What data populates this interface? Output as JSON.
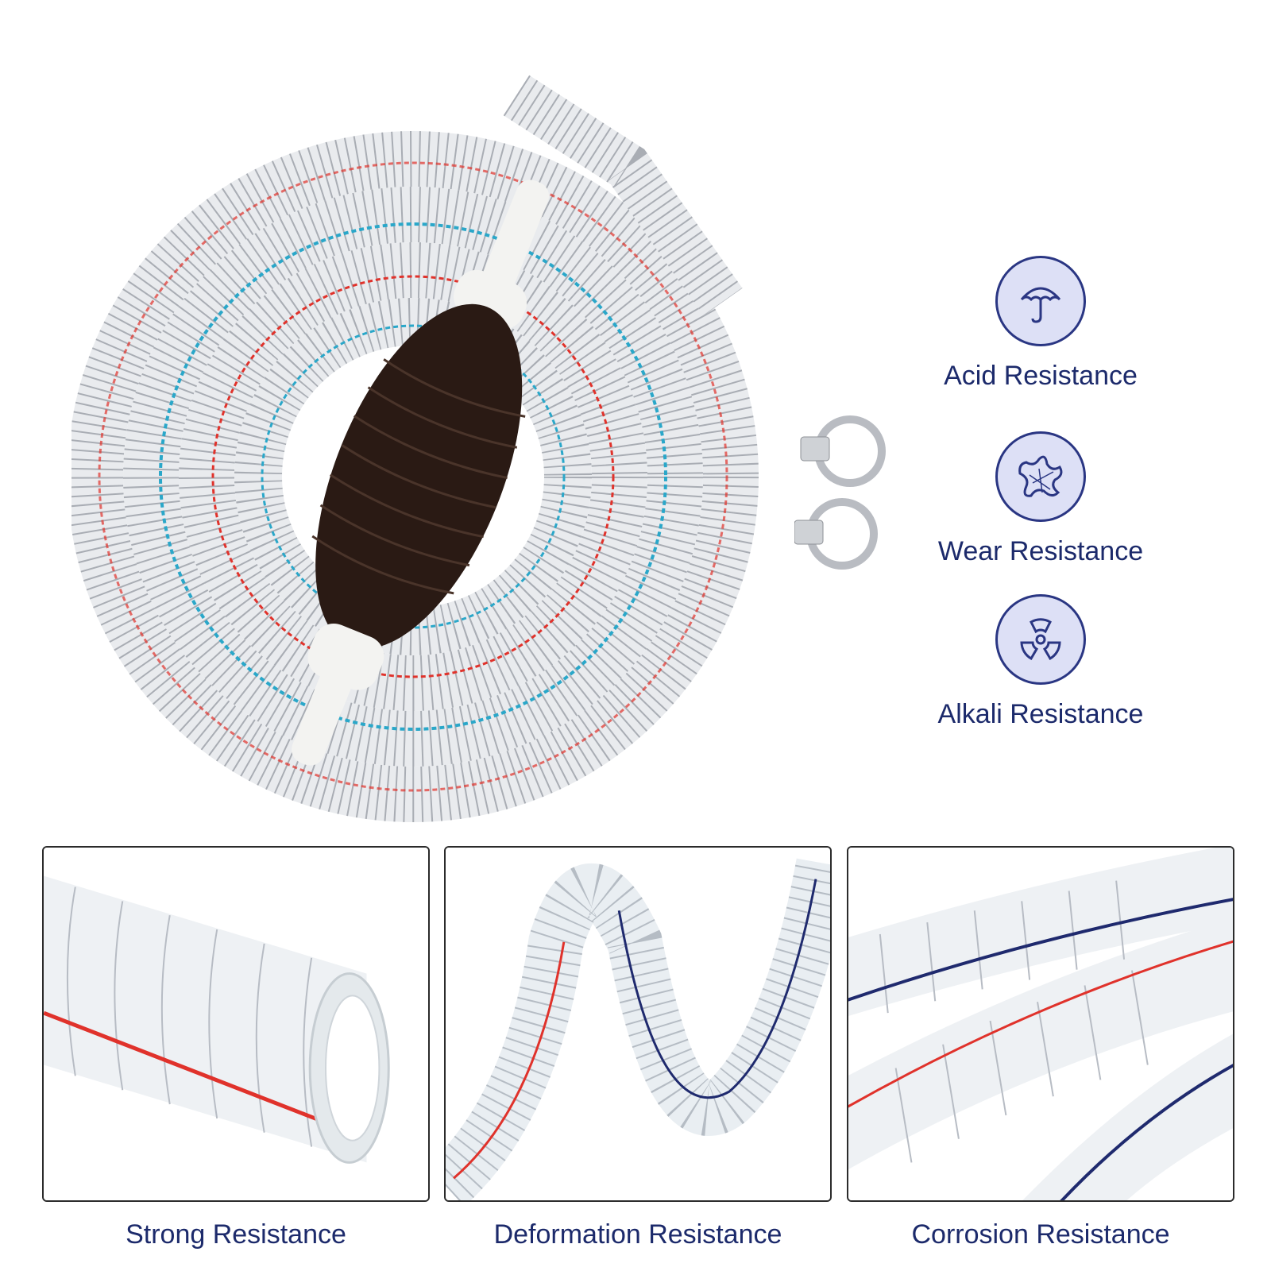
{
  "features": [
    {
      "label": "Acid Resistance",
      "icon": "umbrella-icon"
    },
    {
      "label": "Wear Resistance",
      "icon": "splash-net-icon"
    },
    {
      "label": "Alkali Resistance",
      "icon": "radiation-icon"
    }
  ],
  "panels": [
    {
      "caption": "Strong Resistance"
    },
    {
      "caption": "Deformation Resistance"
    },
    {
      "caption": "Corrosion Resistance"
    }
  ],
  "colors": {
    "navy": "#1c2a6b",
    "badge_fill": "#dde0f6",
    "hose_red": "#e0322b",
    "hose_blue": "#2aa7c9",
    "bulb": "#2a1a14"
  }
}
